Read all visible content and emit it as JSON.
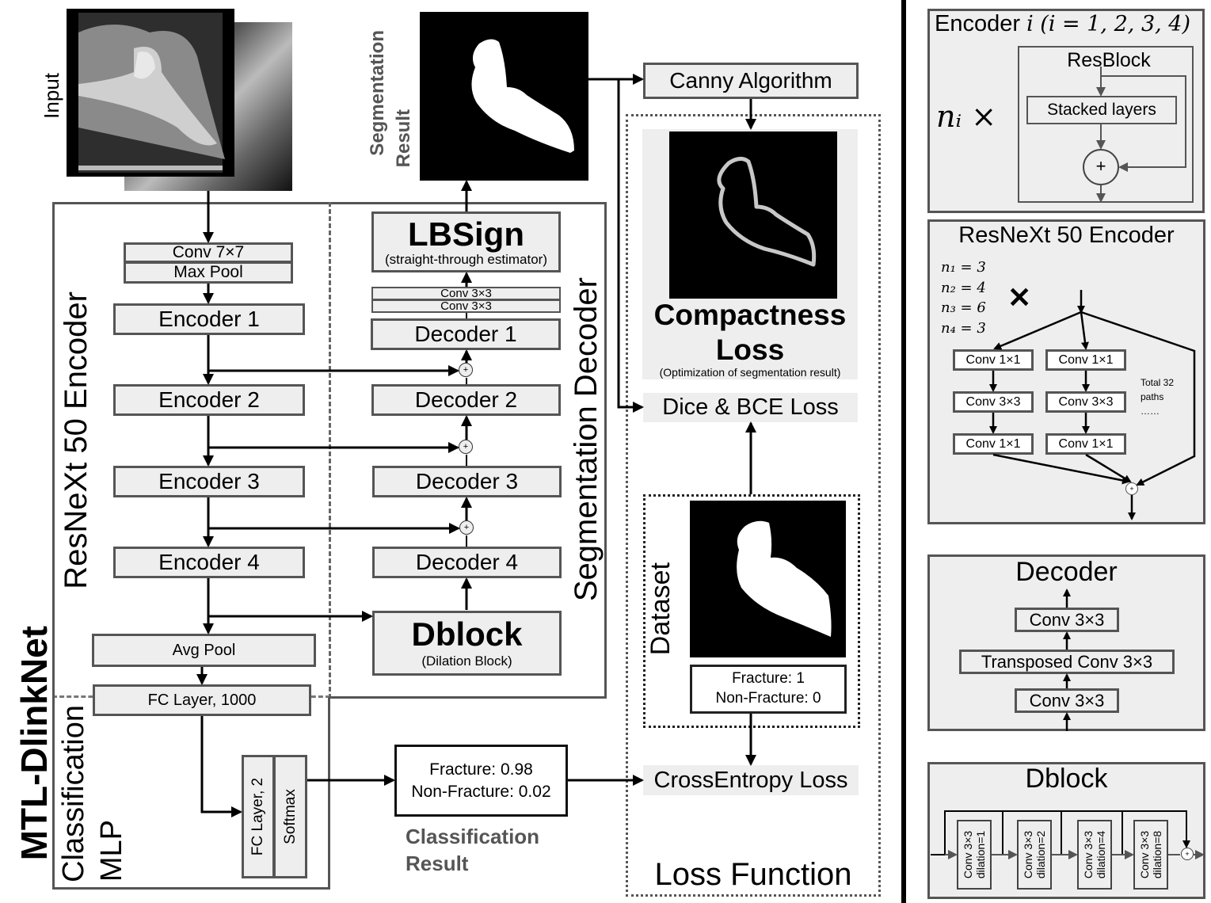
{
  "main_title": "MTL-DlinkNet",
  "input": {
    "label": "Input"
  },
  "segmentation_result": {
    "label_line1": "Segmentation",
    "label_line2": "Result"
  },
  "encoder_section": {
    "label": "ResNeXt 50 Encoder",
    "stem": [
      "Conv 7×7",
      "Max Pool"
    ],
    "encoders": [
      "Encoder 1",
      "Encoder 2",
      "Encoder 3",
      "Encoder 4"
    ],
    "avg_pool": "Avg Pool",
    "fc1000": "FC Layer, 1000"
  },
  "decoder_section": {
    "label": "Segmentation Decoder",
    "lbsign_title": "LBSign",
    "lbsign_sub": "(straight-through estimator)",
    "convs": [
      "Conv 3×3",
      "Conv 3×3"
    ],
    "decoders": [
      "Decoder 1",
      "Decoder 2",
      "Decoder 3",
      "Decoder 4"
    ],
    "dblock_title": "Dblock",
    "dblock_sub": "(Dilation Block)",
    "plus_symbol": "+"
  },
  "classification_section": {
    "label_line1": "Classification",
    "label_line2": "MLP",
    "fc2": "FC Layer, 2",
    "softmax": "Softmax",
    "result_line1": "Fracture: 0.98",
    "result_line2": "Non-Fracture: 0.02",
    "result_caption_line1": "Classification",
    "result_caption_line2": "Result"
  },
  "loss_section": {
    "canny": "Canny Algorithm",
    "compactness_title_line1": "Compactness",
    "compactness_title_line2": "Loss",
    "compactness_sub": "(Optimization of segmentation result)",
    "dice_bce": "Dice & BCE Loss",
    "dataset_label": "Dataset",
    "dataset_line1": "Fracture: 1",
    "dataset_line2": "Non-Fracture: 0",
    "cross_entropy": "CrossEntropy Loss",
    "label": "Loss Function"
  },
  "encoder_i_panel": {
    "title_text": "Encoder ",
    "title_math": "i (i = 1, 2, 3, 4)",
    "multiplier": "nᵢ ×",
    "resblock": "ResBlock",
    "stacked": "Stacked layers",
    "plus_symbol": "+"
  },
  "resnext_panel": {
    "title": "ResNeXt 50 Encoder",
    "n_values": [
      "n₁ = 3",
      "n₂ = 4",
      "n₃ = 6",
      "n₄ = 3"
    ],
    "times": "✕",
    "path_boxes": [
      [
        "Conv 1×1",
        "Conv 3×3",
        "Conv 1×1"
      ],
      [
        "Conv 1×1",
        "Conv 3×3",
        "Conv 1×1"
      ]
    ],
    "total_paths_line1": "Total 32",
    "total_paths_line2": "paths",
    "ellipsis": "……",
    "plus_symbol": "+"
  },
  "decoder_panel": {
    "title": "Decoder",
    "layers": [
      "Conv 3×3",
      "Transposed Conv 3×3",
      "Conv 3×3"
    ]
  },
  "dblock_panel": {
    "title": "Dblock",
    "blocks": [
      {
        "line1": "Conv  3×3",
        "line2": "dilation=1"
      },
      {
        "line1": "Conv  3×3",
        "line2": "dilation=2"
      },
      {
        "line1": "Conv  3×3",
        "line2": "dilation=4"
      },
      {
        "line1": "Conv  3×3",
        "line2": "dilation=8"
      }
    ],
    "plus_symbol": "+"
  }
}
